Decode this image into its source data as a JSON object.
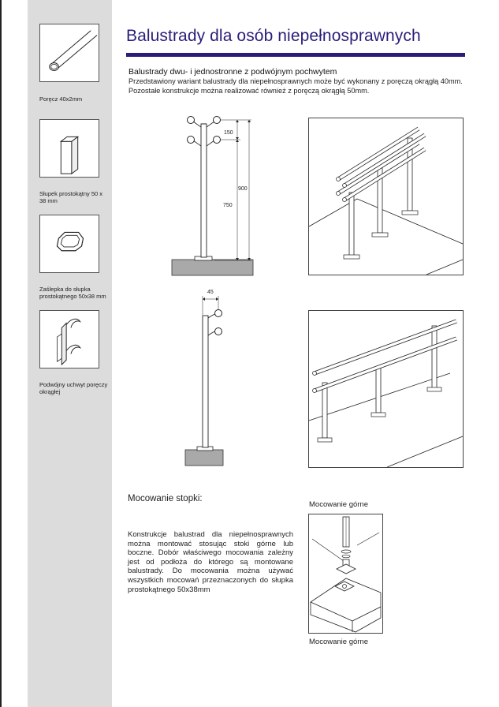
{
  "page": {
    "title": "Balustrady dla osób niepełnosprawnych",
    "subtitle": "Balustrady  dwu- i jednostronne z podwójnym pochwytem",
    "intro": "Przedstawiony wariant balustrady dla niepełnosprawnych może być wykonany z poręczą okrągłą 40mm. Pozostałe konstrukcje można realizować również z poręczą okrągłą 50mm."
  },
  "sidebar": {
    "items": [
      {
        "caption": "Poręcz 40x2mm",
        "icon": "round-handrail-icon"
      },
      {
        "caption": "Słupek prostokątny 50 x 38 mm",
        "icon": "rectangular-post-icon"
      },
      {
        "caption": "Zaślepka do słupka prostokątnego 50x38 mm",
        "icon": "post-cap-icon"
      },
      {
        "caption": "Podwójny uchwyt poręczy okrągłej",
        "icon": "double-bracket-icon"
      }
    ]
  },
  "drawings": {
    "double_sided": {
      "dim_top": "150",
      "dim_total": "900",
      "dim_lower": "750"
    },
    "single_sided": {
      "dim_offset": "45"
    }
  },
  "mounting": {
    "heading": "Mocowanie stopki:",
    "text": "Konstrukcje balustrad dla niepełnosprawnych można montować stosując stoki górne lub boczne. Dobór właściwego mocowania zależny jest od podłoża do którego są montowane balustrady. Do mocowania można używać wszystkich mocowań przeznaczonych do słupka prostokątnego 50x38mm",
    "caption_top": "Mocowanie górne",
    "caption_bottom": "Mocowanie górne"
  },
  "colors": {
    "title": "#2a1e7a",
    "sidebar": "#dcdcdc",
    "floor": "#a9a9a9"
  }
}
